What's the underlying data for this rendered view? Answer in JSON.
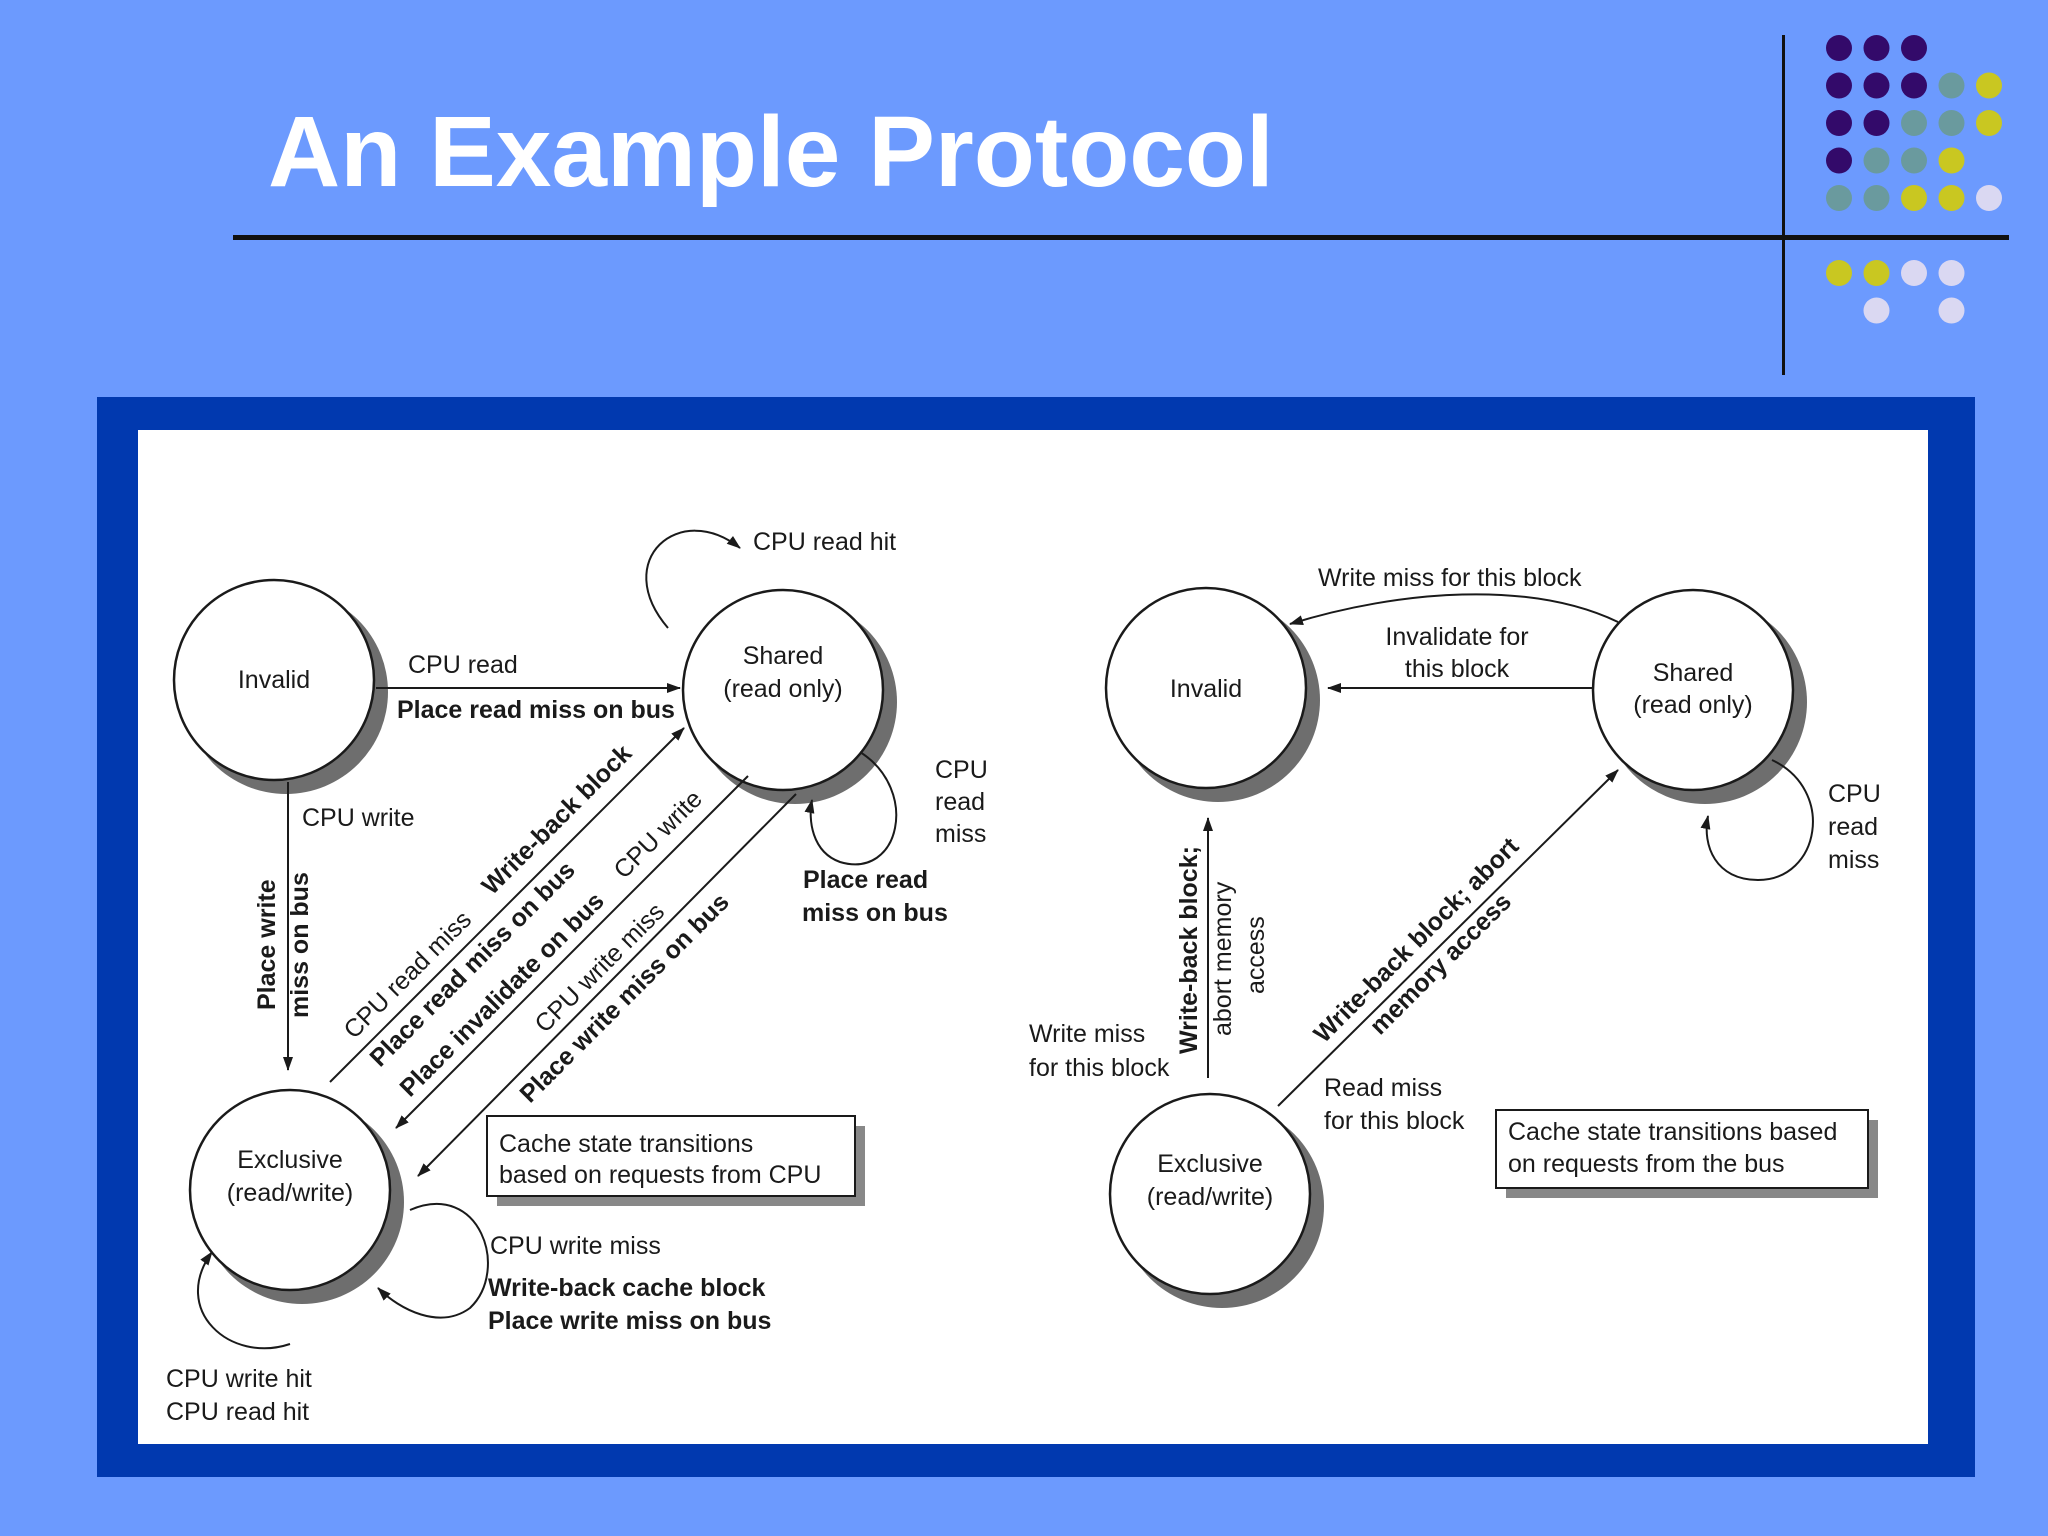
{
  "slide": {
    "title": "An Example Protocol"
  },
  "colors": {
    "background": "#6C9AFE",
    "frame": "#0139AF",
    "dot_purple": "#330A6A",
    "dot_teal": "#6A9A9E",
    "dot_yellow": "#C9C721",
    "dot_lavender": "#DAD8F2"
  },
  "cpu_diagram": {
    "states": {
      "invalid": "Invalid",
      "shared_1": "Shared",
      "shared_2": "(read only)",
      "exclusive_1": "Exclusive",
      "exclusive_2": "(read/write)"
    },
    "labels": {
      "cpu_read_hit": "CPU read hit",
      "cpu_read": "CPU read",
      "place_read_miss_on_bus": "Place read miss on bus",
      "cpu_write": "CPU write",
      "place_write": "Place write",
      "miss_on_bus": "miss on bus",
      "cpu_read_miss_diag": "CPU read miss",
      "write_back_block": "Write-back block",
      "place_read_miss_on_bus_diag": "Place read miss on bus",
      "cpu_write_diag": "CPU write",
      "place_invalidate_on_bus": "Place invalidate on bus",
      "cpu_write_miss_diag": "CPU write miss",
      "place_write_miss_on_bus_diag": "Place write miss on bus",
      "cpu": "CPU",
      "read": "read",
      "miss": "miss",
      "place_read": "Place read",
      "miss_on_bus_2": "miss on bus",
      "cpu_write_miss": "CPU write miss",
      "write_back_cache_block": "Write-back cache block",
      "place_write_miss_on_bus": "Place write miss on bus",
      "cpu_write_hit": "CPU write hit",
      "cpu_read_hit_2": "CPU read hit"
    },
    "caption_1": "Cache state transitions",
    "caption_2": "based on requests from CPU"
  },
  "bus_diagram": {
    "states": {
      "invalid": "Invalid",
      "shared_1": "Shared",
      "shared_2": "(read only)",
      "exclusive_1": "Exclusive",
      "exclusive_2": "(read/write)"
    },
    "labels": {
      "write_miss_for_this_block": "Write miss for this block",
      "invalidate_for": "Invalidate for",
      "this_block": "this block",
      "cpu": "CPU",
      "read": "read",
      "miss": "miss",
      "write_back_block_v": "Write-back block;",
      "abort_memory": "abort memory",
      "access": "access",
      "write_miss": "Write miss",
      "for_this_block": "for this block",
      "write_back_block_abort": "Write-back block; abort",
      "memory_access": "memory access",
      "read_miss": "Read miss",
      "for_this_block_2": "for this block"
    },
    "caption_1": "Cache state transitions based",
    "caption_2": "on requests from the bus"
  }
}
